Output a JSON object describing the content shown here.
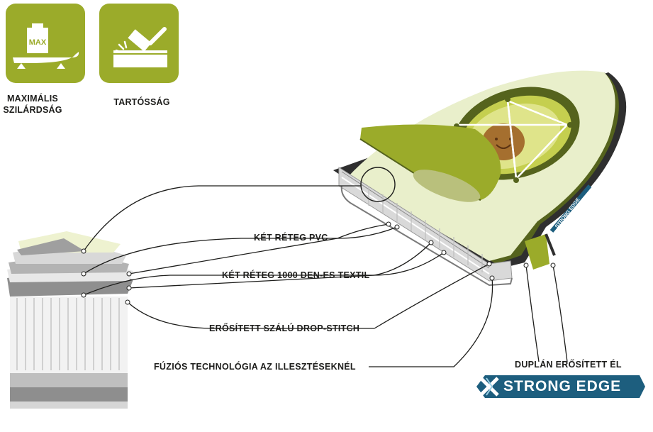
{
  "features": [
    {
      "label": "MAXIMÁLIS SZILÁRDSÁG",
      "badge": "MAX"
    },
    {
      "label": "TARTÓSSÁG"
    }
  ],
  "callouts": {
    "pvc": "KÉT RÉTEG PVC",
    "textile": "KÉT RÉTEG 1000 DEN-ES TEXTIL",
    "dropstitch": "ERŐSÍTETT SZÁLÚ DROP-STITCH",
    "fusion": "FÚZIÓS TECHNOLÓGIA AZ ILLESZTÉSEKNÉL",
    "edge": "DUPLÁN ERŐSÍTETT ÉL"
  },
  "logo": {
    "text": "STRONG EDGE",
    "board_text": "STRONG EDGE"
  },
  "colors": {
    "accent": "#9bab2a",
    "dark_green": "#55631d",
    "logo_blue": "#1d5e7e",
    "text": "#1d1d1b"
  }
}
